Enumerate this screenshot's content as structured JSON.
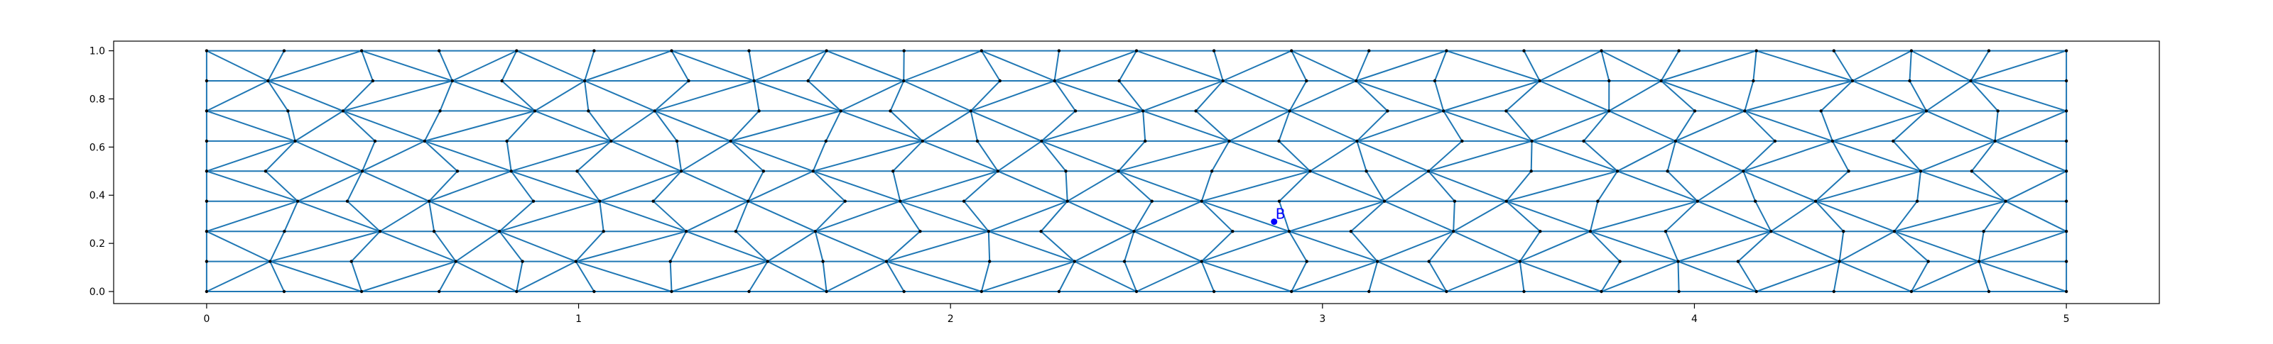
{
  "chart_data": {
    "type": "mesh",
    "xlim": [
      -0.25,
      5.25
    ],
    "ylim": [
      -0.05,
      1.04
    ],
    "xticks": [
      0,
      1,
      2,
      3,
      4,
      5
    ],
    "yticks": [
      0.0,
      0.2,
      0.4,
      0.6,
      0.8,
      1.0
    ],
    "xtick_labels": [
      "0",
      "1",
      "2",
      "3",
      "4",
      "5"
    ],
    "ytick_labels": [
      "0.0",
      "0.2",
      "0.4",
      "0.6",
      "0.8",
      "1.0"
    ],
    "mesh_color": "#1f77b4",
    "node_color": "#000000",
    "marker": {
      "label": "B",
      "x": 2.87,
      "y": 0.29,
      "color": "#0000ff"
    },
    "grid": false,
    "legend": "none"
  }
}
